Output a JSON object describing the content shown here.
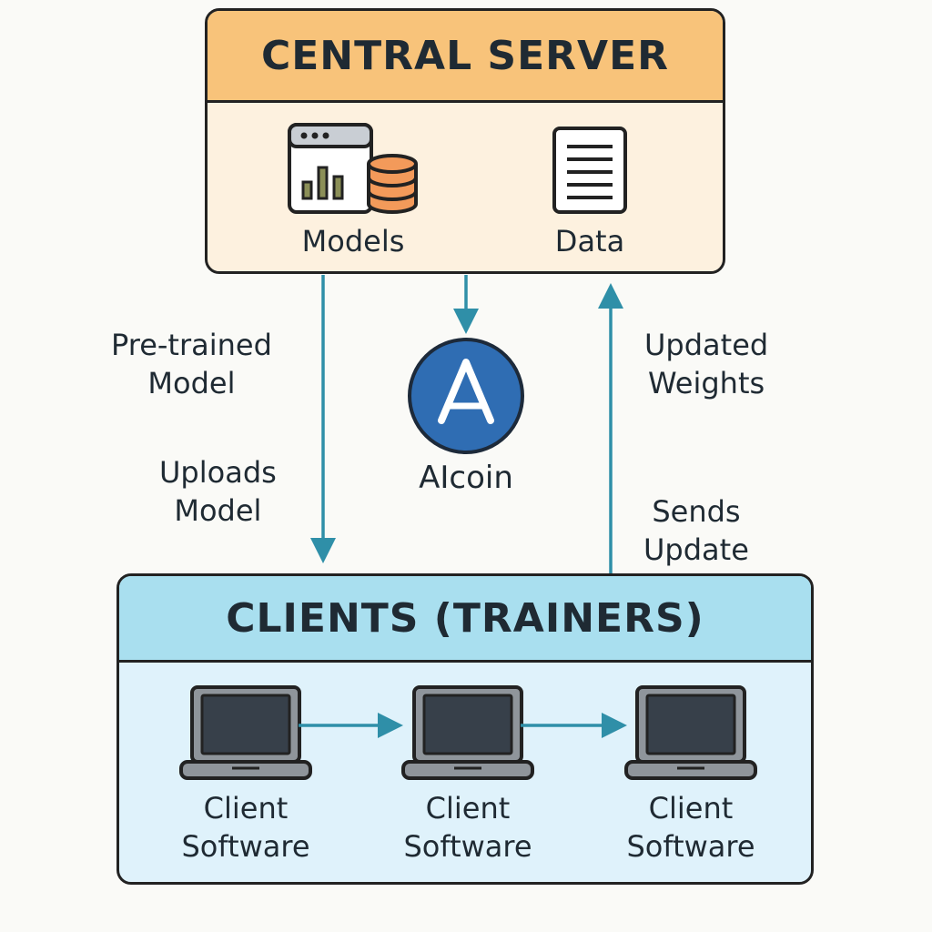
{
  "server": {
    "title": "CENTRAL SERVER",
    "models_label": "Models",
    "data_label": "Data"
  },
  "clients": {
    "title": "CLIENTS (TRAINERS)",
    "items": [
      {
        "line1": "Client",
        "line2": "Software"
      },
      {
        "line1": "Client",
        "line2": "Software"
      },
      {
        "line1": "Client",
        "line2": "Software"
      }
    ]
  },
  "flows": {
    "pretrained_line1": "Pre-trained",
    "pretrained_line2": "Model",
    "uploads_line1": "Uploads",
    "uploads_line2": "Model",
    "updated_line1": "Updated",
    "updated_line2": "Weights",
    "sends_line1": "Sends",
    "sends_line2": "Update"
  },
  "aicoin": {
    "symbol": "A",
    "label": "AIcoin"
  },
  "colors": {
    "arrow": "#2f8fa8",
    "server_header": "#f8c37a",
    "server_body": "#fdf1df",
    "clients_header": "#a9dfef",
    "clients_body": "#dff2fb",
    "coin": "#2f6db3",
    "database": "#f39a5a"
  },
  "icons": {
    "models": "dashboard-with-database-icon",
    "data": "document-icon",
    "client": "laptop-icon",
    "aicoin": "aicoin-logo-icon"
  }
}
